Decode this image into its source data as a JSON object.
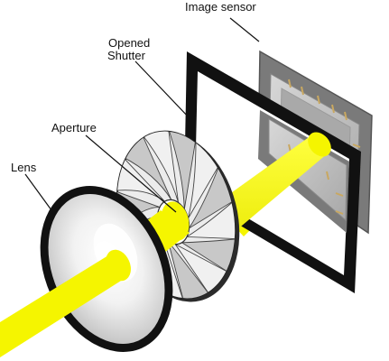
{
  "labels": {
    "image_sensor": "Image sensor",
    "shutter_line1": "Opened",
    "shutter_line2": "Shutter",
    "aperture": "Aperture",
    "lens": "Lens"
  },
  "colors": {
    "light_beam": "#f5f500",
    "frame": "#111111",
    "sensor_plate": "#7a7a7a",
    "sensor_chip": "#b8b8b8",
    "sensor_contacts": "#c9a860",
    "lens_rim": "#111111",
    "aperture_blade_light": "#f0f0f0",
    "aperture_blade_shade": "#c8c8c8"
  },
  "aperture": {
    "blade_count": 14
  }
}
